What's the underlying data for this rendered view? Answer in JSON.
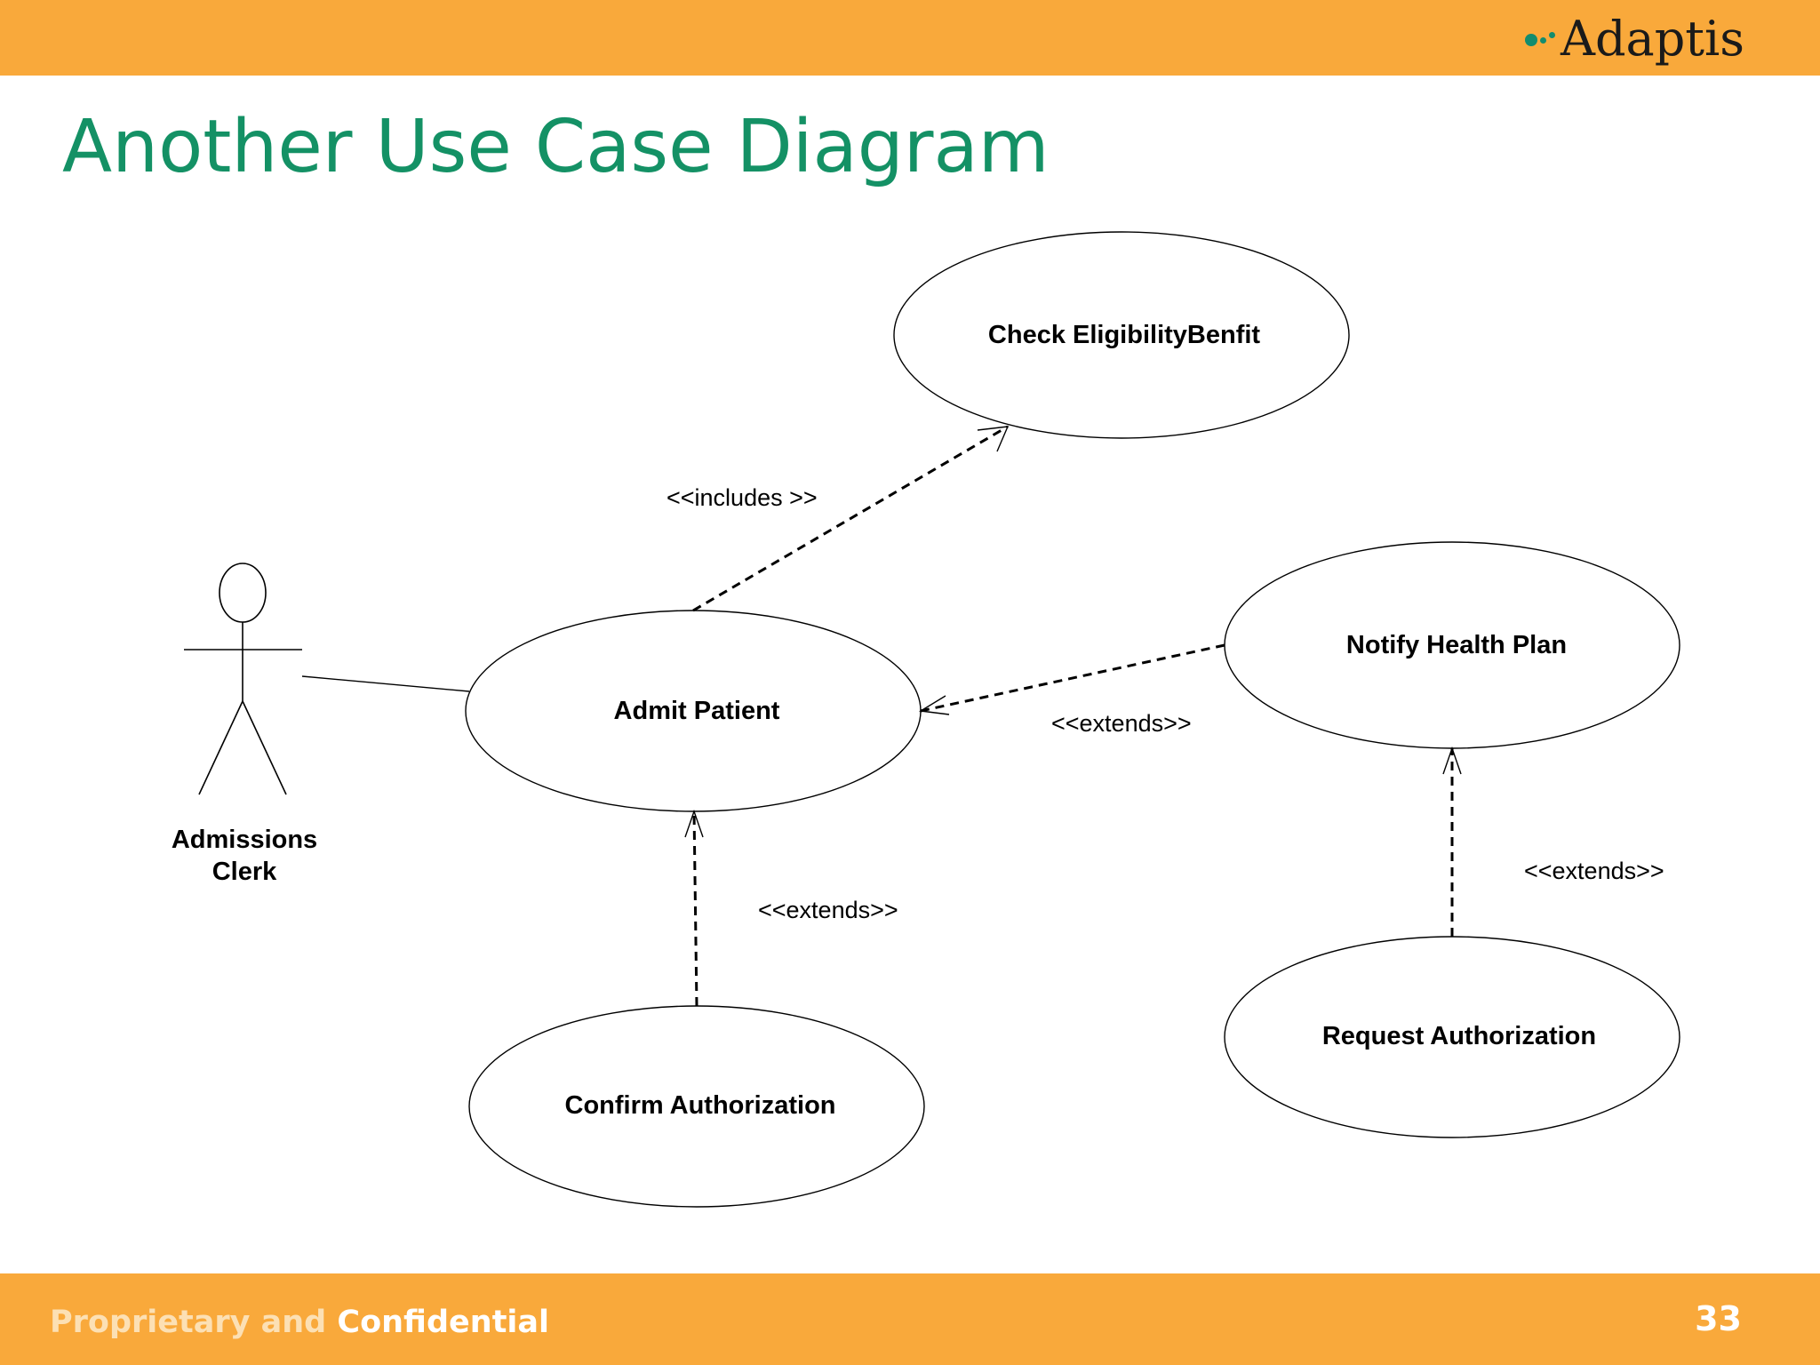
{
  "header": {
    "logo_text": "Adaptis",
    "logo_icon": "adaptis-dots-logo",
    "bar_color": "#F9A93B"
  },
  "slide": {
    "title": "Another Use Case Diagram",
    "title_color": "#149165"
  },
  "diagram": {
    "actor": {
      "label_line1": "Admissions",
      "label_line2": "Clerk"
    },
    "use_cases": {
      "check_eligibility": "Check EligibilityBenfit",
      "admit_patient": "Admit Patient",
      "notify_health_plan": "Notify Health Plan",
      "confirm_authorization": "Confirm Authorization",
      "request_authorization": "Request Authorization"
    },
    "relationships": {
      "includes_label": "<<includes >>",
      "extends_notify_label": "<<extends>>",
      "extends_confirm_label": "<<extends>>",
      "extends_request_label": "<<extends>>"
    }
  },
  "footer": {
    "text_part1": "Proprietary and ",
    "text_part2": "Confidential",
    "page_number": "33"
  }
}
